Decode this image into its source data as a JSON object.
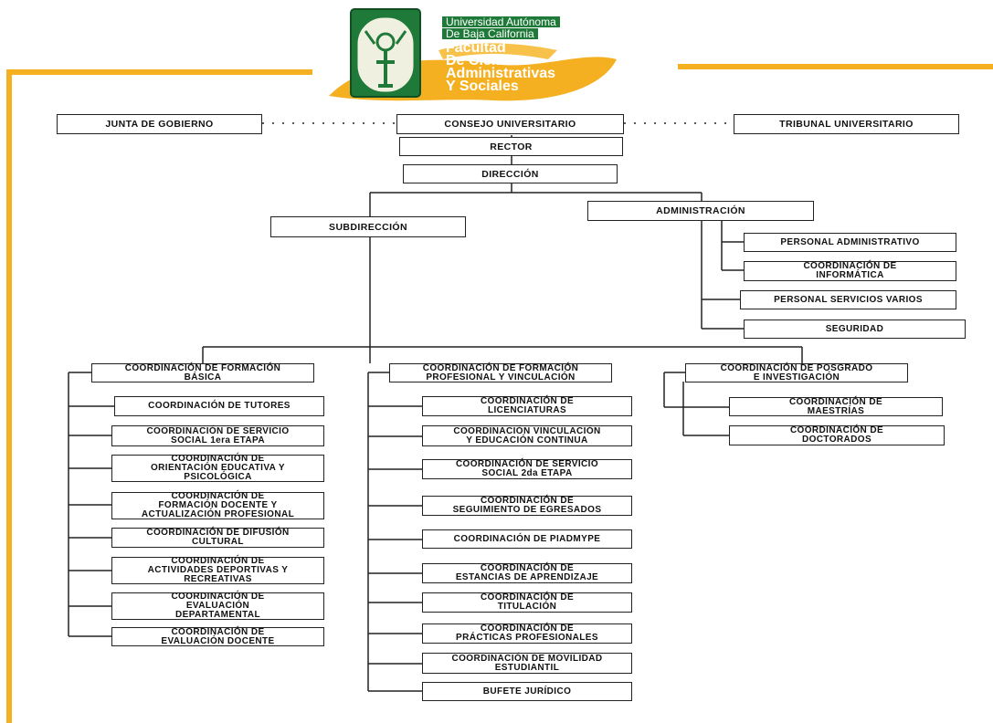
{
  "brand": {
    "university_line1": "Universidad Autónoma",
    "university_line2": "De Baja California",
    "faculty_line1": "Facultad",
    "faculty_line2": "De Ciencias",
    "faculty_line3": "Administrativas",
    "faculty_line4": "Y Sociales",
    "colors": {
      "accent": "#f5b022",
      "green": "#1f7a3a"
    },
    "emblem_icon": "uabc-shield-icon"
  },
  "org": {
    "junta": "JUNTA DE GOBIERNO",
    "consejo": "CONSEJO UNIVERSITARIO",
    "tribunal": "TRIBUNAL UNIVERSITARIO",
    "rector": "RECTOR",
    "direccion": "DIRECCIÓN",
    "subdireccion": "SUBDIRECCIÓN",
    "administracion": "ADMINISTRACIÓN",
    "admin_children": [
      "PERSONAL ADMINISTRATIVO",
      "COORDINACIÓN DE\nINFORMÁTICA",
      "PERSONAL SERVICIOS VARIOS",
      "SEGURIDAD"
    ],
    "basica": {
      "title": "COORDINACIÓN DE FORMACIÓN\nBÁSICA",
      "children": [
        "COORDINACIÓN DE TUTORES",
        "COORDINACIÓN DE SERVICIO\nSOCIAL 1era ETAPA",
        "COORDINACIÓN DE\nORIENTACIÓN EDUCATIVA Y\nPSICOLÓGICA",
        "COORDINACIÓN DE\nFORMACIÓN DOCENTE Y\nACTUALIZACIÓN PROFESIONAL",
        "COORDINACIÓN DE DIFUSIÓN\nCULTURAL",
        "COORDINACIÓN DE\nACTIVIDADES DEPORTIVAS Y\nRECREATIVAS",
        "COORDINACIÓN DE\nEVALUACIÓN\nDEPARTAMENTAL",
        "COORDINACIÓN DE\nEVALUACIÓN DOCENTE"
      ]
    },
    "profesional": {
      "title": "COORDINACIÓN DE FORMACIÓN\nPROFESIONAL Y VINCULACIÓN",
      "children": [
        "COORDINACIÓN DE\nLICENCIATURAS",
        "COORDINACIÓN VINCULACIÓN\nY EDUCACIÓN CONTINUA",
        "COORDINACIÓN DE SERVICIO\nSOCIAL 2da ETAPA",
        "COORDINACIÓN DE\nSEGUIMIENTO DE EGRESADOS",
        "COORDINACIÓN DE PIADMYPE",
        "COORDINACIÓN DE\nESTANCIAS DE APRENDIZAJE",
        "COORDINACIÓN DE\nTITULACIÓN",
        "COORDINACIÓN DE\nPRÁCTICAS PROFESIONALES",
        "COORDINACIÓN DE MOVILIDAD\nESTUDIANTIL",
        "BUFETE JURÍDICO"
      ]
    },
    "posgrado": {
      "title": "COORDINACIÓN DE POSGRADO\nE INVESTIGACIÓN",
      "children": [
        "COORDINACIÓN DE\nMAESTRÍAS",
        "COORDINACIÓN DE\nDOCTORADOS"
      ]
    }
  }
}
